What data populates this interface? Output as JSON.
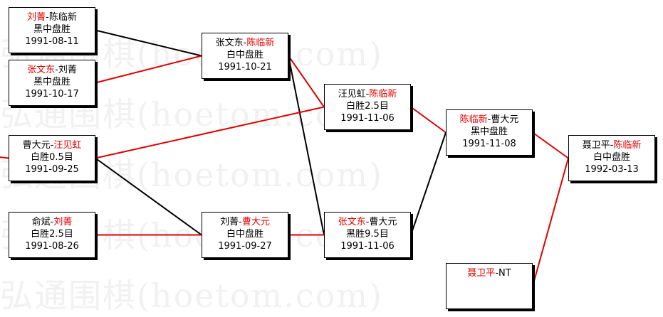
{
  "watermark": "弘通围棋(hoetom.com)",
  "colors": {
    "winner": "#e00000",
    "loser": "#000000"
  },
  "matches": [
    {
      "id": "m1",
      "p1": "刘菁",
      "p2": "陈临新",
      "winner": 1,
      "result": "黑中盘胜",
      "date": "1991-08-11"
    },
    {
      "id": "m2",
      "p1": "张文东",
      "p2": "刘菁",
      "winner": 1,
      "result": "黑中盘胜",
      "date": "1991-10-17"
    },
    {
      "id": "m3",
      "p1": "曹大元",
      "p2": "汪见虹",
      "winner": 2,
      "result": "白胜0.5目",
      "date": "1991-09-25"
    },
    {
      "id": "m4",
      "p1": "俞斌",
      "p2": "刘菁",
      "winner": 2,
      "result": "白胜2.5目",
      "date": "1991-08-26"
    },
    {
      "id": "m5",
      "p1": "张文东",
      "p2": "陈临新",
      "winner": 2,
      "result": "白中盘胜",
      "date": "1991-10-21"
    },
    {
      "id": "m6",
      "p1": "刘菁",
      "p2": "曹大元",
      "winner": 2,
      "result": "白中盘胜",
      "date": "1991-09-27"
    },
    {
      "id": "m7",
      "p1": "汪见虹",
      "p2": "陈临新",
      "winner": 2,
      "result": "白胜2.5目",
      "date": "1991-11-06"
    },
    {
      "id": "m8",
      "p1": "张文东",
      "p2": "曹大元",
      "winner": 1,
      "result": "黑胜9.5目",
      "date": "1991-11-06"
    },
    {
      "id": "m9",
      "p1": "陈临新",
      "p2": "曹大元",
      "winner": 1,
      "result": "黑中盘胜",
      "date": "1991-11-08"
    },
    {
      "id": "m10",
      "p1": "聂卫平",
      "p2": "NT",
      "winner": 1,
      "result": "",
      "date": ""
    },
    {
      "id": "m11",
      "p1": "聂卫平",
      "p2": "陈临新",
      "winner": 2,
      "result": "白中盘胜",
      "date": "1992-03-13"
    }
  ],
  "links": [
    {
      "from": "m1",
      "to": "m5",
      "winner_path": false
    },
    {
      "from": "m2",
      "to": "m5",
      "winner_path": true
    },
    {
      "from": "m5",
      "to": "m7",
      "winner_path": true
    },
    {
      "from": "m5",
      "to": "m8",
      "winner_path": false
    },
    {
      "from": "m3",
      "to": "m7",
      "winner_path": true
    },
    {
      "from": "m3",
      "to": "m6",
      "winner_path": false
    },
    {
      "from": "m4",
      "to": "m6",
      "winner_path": true
    },
    {
      "from": "m6",
      "to": "m8",
      "winner_path": true
    },
    {
      "from": "m7",
      "to": "m9",
      "winner_path": true
    },
    {
      "from": "m8",
      "to": "m9",
      "winner_path": false
    },
    {
      "from": "m9",
      "to": "m11",
      "winner_path": true
    },
    {
      "from": "m10",
      "to": "m11",
      "winner_path": true
    },
    {
      "from": "m0",
      "to": "m3",
      "winner_path": true
    }
  ]
}
